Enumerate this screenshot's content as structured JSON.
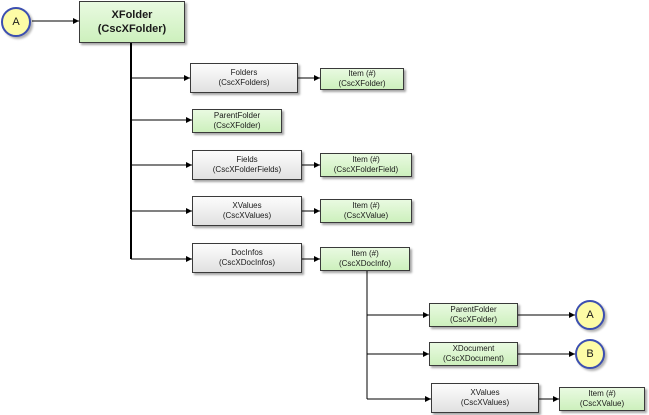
{
  "circles": {
    "a_top": "A",
    "a_right": "A",
    "b_right": "B"
  },
  "nodes": {
    "xfolder": {
      "name": "XFolder",
      "type": "(CscXFolder)"
    },
    "folders": {
      "name": "Folders",
      "type": "(CscXFolders)"
    },
    "folders_item": {
      "name": "Item  (#)",
      "type": "(CscXFolder)"
    },
    "parentfolder": {
      "name": "ParentFolder",
      "type": "(CscXFolder)"
    },
    "fields": {
      "name": "Fields",
      "type": "(CscXFolderFields)"
    },
    "fields_item": {
      "name": "Item (#)",
      "type": "(CscXFolderField)"
    },
    "xvalues": {
      "name": "XValues",
      "type": "(CscXValues)"
    },
    "xvalues_item": {
      "name": "Item (#)",
      "type": "(CscXValue)"
    },
    "docinfos": {
      "name": "DocInfos",
      "type": "(CscXDocInfos)"
    },
    "docinfos_item": {
      "name": "Item (#)",
      "type": "(CscXDocInfo)"
    },
    "doc_parentfolder": {
      "name": "ParentFolder",
      "type": "(CscXFolder)"
    },
    "doc_xdocument": {
      "name": "XDocument",
      "type": "(CscXDocument)"
    },
    "doc_xvalues": {
      "name": "XValues",
      "type": "(CscXValues)"
    },
    "doc_xvalues_item": {
      "name": "Item (#)",
      "type": "(CscXValue)"
    }
  },
  "colors": {
    "node_green": "#d5f3c6",
    "node_gray": "#ececec",
    "circle_fill": "#fdfca6",
    "circle_border": "#3c4fb0",
    "line": "#000000"
  }
}
